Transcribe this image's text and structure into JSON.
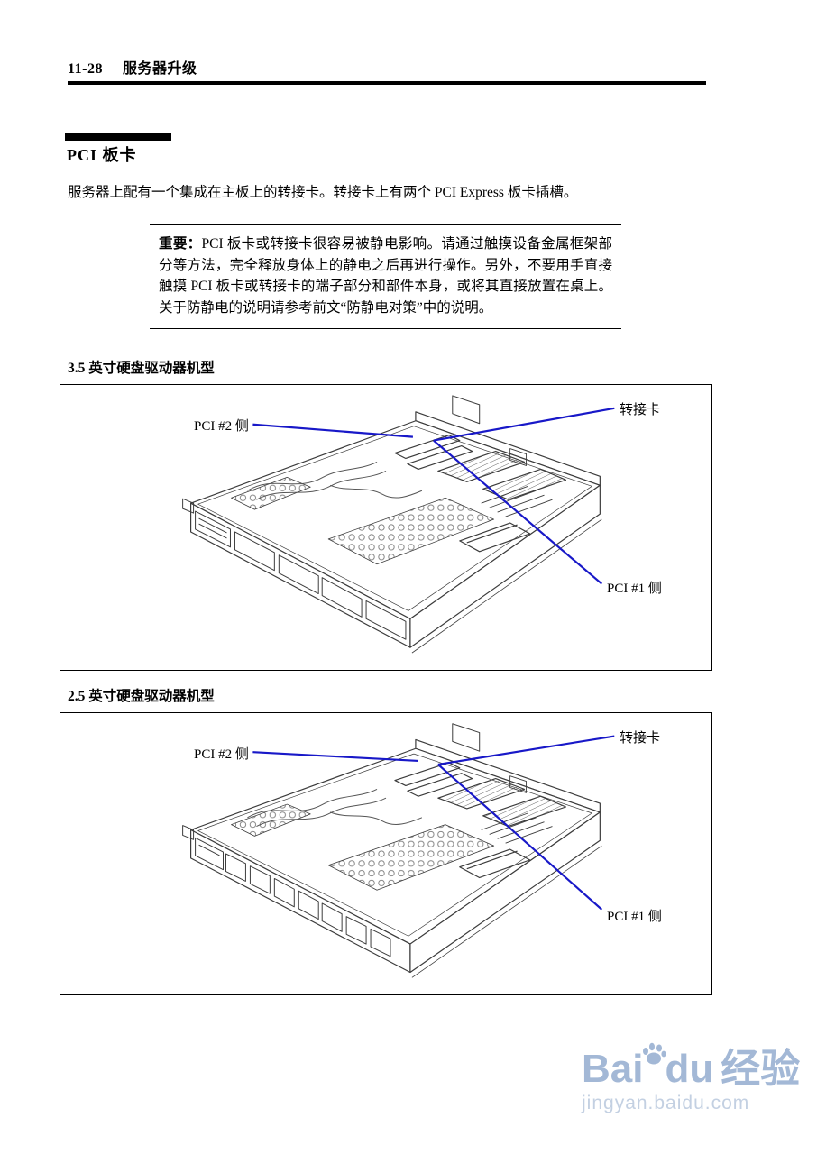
{
  "header": {
    "page_number": "11-28",
    "chapter": "服务器升级"
  },
  "section": {
    "title": "PCI 板卡"
  },
  "intro": "服务器上配有一个集成在主板上的转接卡。转接卡上有两个 PCI Express 板卡插槽。",
  "important": {
    "label": "重要：",
    "body": "PCI 板卡或转接卡很容易被静电影响。请通过触摸设备金属框架部分等方法，完全释放身体上的静电之后再进行操作。另外，不要用手直接触摸 PCI 板卡或转接卡的端子部分和部件本身，或将其直接放置在桌上。关于防静电的说明请参考前文“防静电对策”中的说明。"
  },
  "figures": {
    "fig35": {
      "caption": "3.5 英寸硬盘驱动器机型",
      "riser_label": "转接卡",
      "pci2_label": "PCI #2 侧",
      "pci1_label": "PCI #1 侧"
    },
    "fig25": {
      "caption": "2.5 英寸硬盘驱动器机型",
      "riser_label": "转接卡",
      "pci2_label": "PCI #2 侧",
      "pci1_label": "PCI #1 侧"
    }
  },
  "watermark": {
    "brand_en_1": "Bai",
    "brand_en_2": "du",
    "brand_cn": "经验",
    "url": "jingyan.baidu.com"
  }
}
